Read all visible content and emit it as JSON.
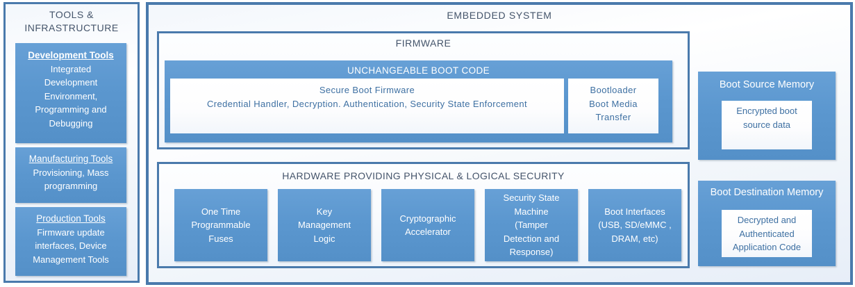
{
  "colors": {
    "box_fill_blue": "#5b97cf",
    "border_blue": "#4a7aac",
    "frame_title_text": "#44546a",
    "white_box_text": "#3e70a2"
  },
  "tools_panel": {
    "title": "TOOLS &\nINFRASTRUCTURE",
    "boxes": [
      {
        "heading": "Development Tools",
        "body": "Integrated\nDevelopment\nEnvironment,\nProgramming and\nDebugging"
      },
      {
        "heading": "Manufacturing Tools",
        "body": "Provisioning, Mass\nprogramming"
      },
      {
        "heading": "Production Tools",
        "body": "Firmware update\ninterfaces, Device\nManagement Tools"
      }
    ]
  },
  "embedded_system": {
    "title": "EMBEDDED SYSTEM",
    "firmware": {
      "title": "FIRMWARE",
      "boot_code": {
        "title": "UNCHANGEABLE BOOT CODE",
        "secure_boot_line1": "Secure Boot Firmware",
        "secure_boot_line2": "Credential Handler, Decryption. Authentication, Security State Enforcement",
        "bootloader": "Bootloader\nBoot Media\nTransfer"
      }
    },
    "hardware": {
      "title": "HARDWARE PROVIDING PHYSICAL & LOGICAL SECURITY",
      "blocks": [
        "One Time\nProgrammable\nFuses",
        "Key\nManagement\nLogic",
        "Cryptographic\nAccelerator",
        "Security State\nMachine\n(Tamper\nDetection and\nResponse)",
        "Boot Interfaces\n(USB, SD/eMMC ,\nDRAM, etc)"
      ]
    },
    "boot_source_memory": {
      "title": "Boot Source Memory",
      "content": "Encrypted boot\nsource data"
    },
    "boot_destination_memory": {
      "title": "Boot Destination Memory",
      "content": "Decrypted and\nAuthenticated\nApplication Code"
    }
  }
}
